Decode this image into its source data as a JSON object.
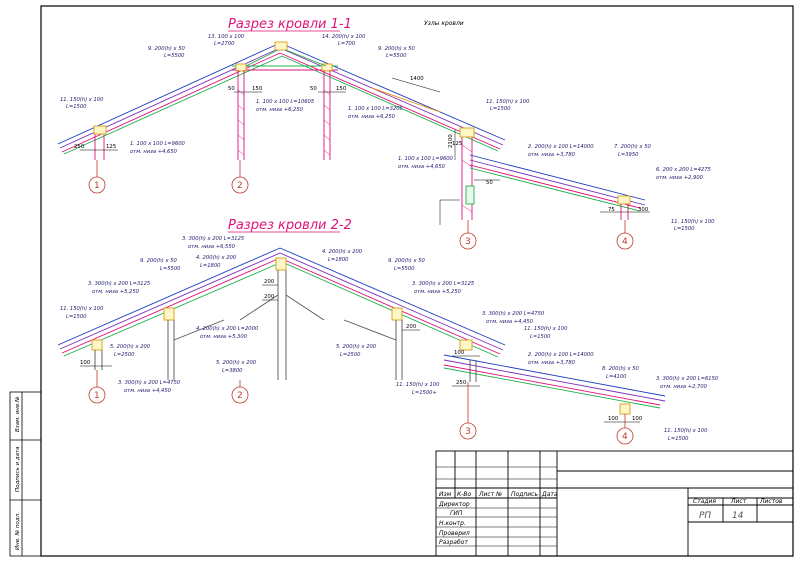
{
  "titles": {
    "section1": "Разрез кровли 1-1",
    "section2": "Разрез кровли 2-2",
    "nodes": "Узлы кровли"
  },
  "s1": {
    "l13a": "13. 100 x 100",
    "l13b": "L=2700",
    "l14a": "14. 200(h) x 100",
    "l14b": "L=700",
    "l9aa": "9. 200(h) x 50",
    "l9ab": "L=5500",
    "l9ba": "9. 200(h) x 50",
    "l9bb": "L=5500",
    "l11aa": "11. 150(h) x 100",
    "l11ab": "L=1500",
    "l11ba": "11. 150(h) x 100",
    "l11bb": "L=1500",
    "l1aa": "1. 100 x 100 L=9600",
    "l1ab": "отм. низа +4,650",
    "l1ba": "1. 100 x 100 L=10605",
    "l1bb": "отм. низа +6,250",
    "l1ca": "1. 100 x 100 L=3205",
    "l1cb": "отм. низа +6,250",
    "l1da": "1. 100 x 100 L=9600",
    "l1db": "отм. низа +4,650",
    "l2a": "2. 200(h) x 100 L=14000",
    "l2b": "отм. низа +3,780",
    "l7a": "7. 200(h) x 50",
    "l7b": "L=3950",
    "l6a": "6. 200 x 200 L=4275",
    "l6b": "отм. низа +2,900",
    "l11ca": "11. 150(h) x 100",
    "l11cb": "L=1500",
    "d250": "250",
    "d125a": "125",
    "d50a": "50",
    "d150a": "150",
    "d50b": "50",
    "d150b": "150",
    "d1400": "1400",
    "d2100": "2100",
    "d125b": "125",
    "d50c": "50",
    "d75": "75",
    "d300": "300"
  },
  "s2": {
    "l3aa": "3. 300(h) x 200 L=3125",
    "l3ab": "отм. низа +6,550",
    "l4aa": "4. 200(h) x 200",
    "l4ab": "L=1800",
    "l4ba": "4. 200(h) x 200",
    "l4bb": "L=1800",
    "l9aa": "9. 200(h) x 50",
    "l9ab": "L=5500",
    "l9ba": "9. 200(h) x 50",
    "l9bb": "L=5500",
    "l3ba": "3. 300(h) x 200 L=3125",
    "l3bb": "отм. низа +5,250",
    "l3ca": "3. 300(h) x 200 L=3125",
    "l3cb": "отм. низа +5,250",
    "l11aa": "11. 150(h) x 100",
    "l11ab": "L=1500",
    "l4ca": "4. 200(h) x 200 L=2000",
    "l4cb": "отм. низа +5,300",
    "l5aa": "5. 200(h) x 200",
    "l5ab": "L=2500",
    "l5ba": "5. 200(h) x 200",
    "l5bb": "L=3800",
    "l5ca": "5. 200(h) x 200",
    "l5cb": "L=2500",
    "l3da": "3. 300(h) x 200 L=4750",
    "l3db": "отм. низа +4,450",
    "l3ea": "3. 300(h) x 200 L=4750",
    "l3eb": "отм. низа +4,450",
    "l11ba": "11. 150(h) x 100",
    "l11bb": "L=1500",
    "l2a": "2. 200(h) x 100 L=14000",
    "l2b": "отм. низа +3,780",
    "l11ca": "11. 150(h) x 100",
    "l11cb": "L=1500+",
    "l8a": "8. 200(h) x 50",
    "l8b": "L=4100",
    "l3fa": "3. 300(h) x 200 L=6150",
    "l3fb": "отм. низа +2,700",
    "l11da": "11. 150(h) x 100",
    "l11db": "L=1500",
    "d200a": "200",
    "d200b": "200",
    "d200c": "200",
    "d100a": "100",
    "d100b": "100",
    "d250": "250",
    "d100c": "100",
    "d100d": "100"
  },
  "nodes": [
    "1",
    "2",
    "3",
    "4",
    "1",
    "2",
    "3",
    "4"
  ],
  "stamp": {
    "col1": "Изм",
    "col2": "К-Во",
    "col3": "Лист №",
    "col4": "Подпись",
    "col5": "Дата",
    "r1": "Директор",
    "r2": "ГИП",
    "r3": "Н.контр.",
    "r4": "Проверил",
    "r5": "Разработ",
    "stage_h": "Стадия",
    "sheet_h": "Лист",
    "sheets_h": "Листов",
    "stage": "РП",
    "sheet": "14"
  },
  "side": {
    "t1": "Взам. инв.№",
    "t2": "Подпись и дата",
    "t3": "Инв. № подл."
  }
}
